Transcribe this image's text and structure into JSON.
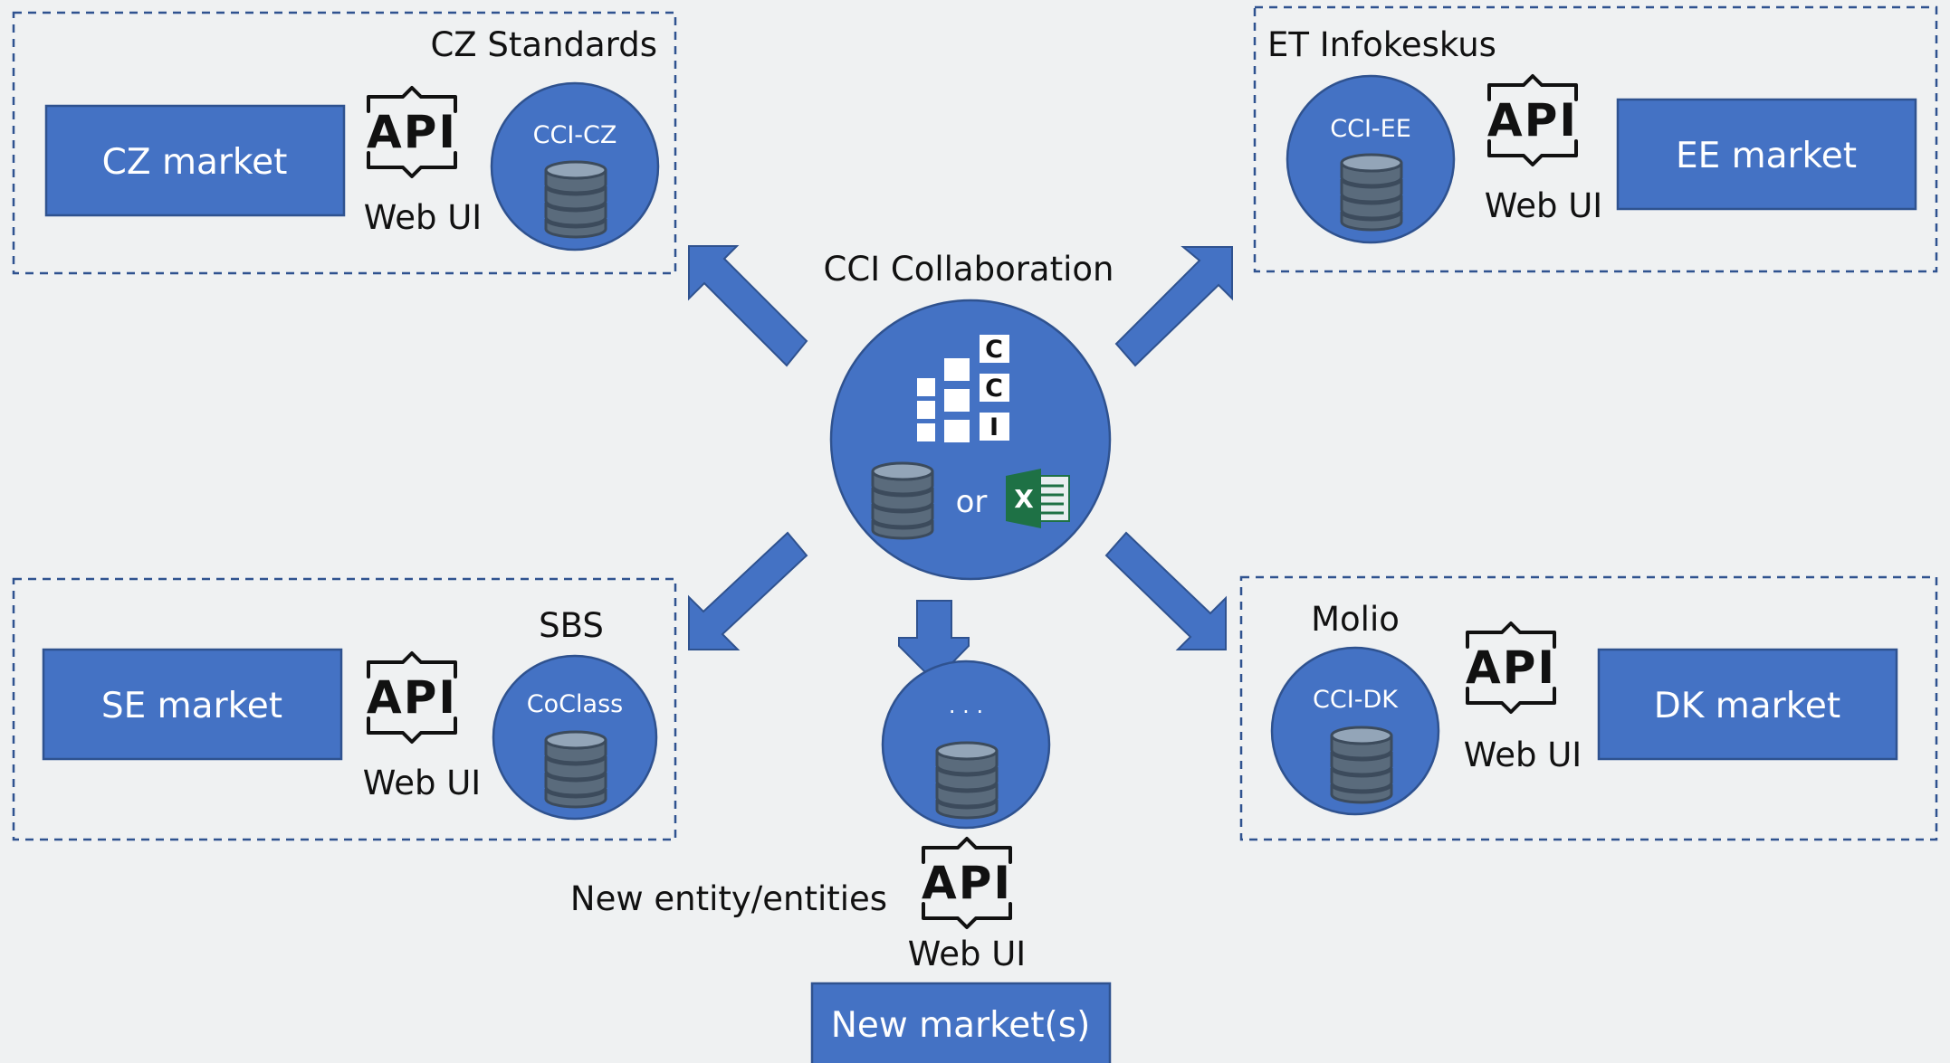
{
  "center": {
    "title": "CCI Collaboration",
    "logo_letters": [
      "C",
      "C",
      "I"
    ],
    "or_label": "or",
    "excel_letter": "X"
  },
  "regions": {
    "cz": {
      "org": "CZ Standards",
      "node": "CCI-CZ",
      "market": "CZ market",
      "api": "API",
      "web": "Web UI"
    },
    "ee": {
      "org": "ET Infokeskus",
      "node": "CCI-EE",
      "market": "EE market",
      "api": "API",
      "web": "Web UI"
    },
    "se": {
      "org": "SBS",
      "node": "CoClass",
      "market": "SE market",
      "api": "API",
      "web": "Web UI"
    },
    "dk": {
      "org": "Molio",
      "node": "CCI-DK",
      "market": "DK market",
      "api": "API",
      "web": "Web UI"
    }
  },
  "new": {
    "node": "· · ·",
    "entity": "New entity/entities",
    "api": "API",
    "web": "Web UI",
    "market": "New market(s)"
  },
  "colors": {
    "accent": "#4472c4",
    "border": "#2f528f",
    "background": "#eff1f2",
    "excel_green": "#1e7145"
  },
  "icons": [
    "database-icon",
    "api-icon",
    "excel-icon",
    "cci-logo-icon",
    "arrow-icon"
  ]
}
